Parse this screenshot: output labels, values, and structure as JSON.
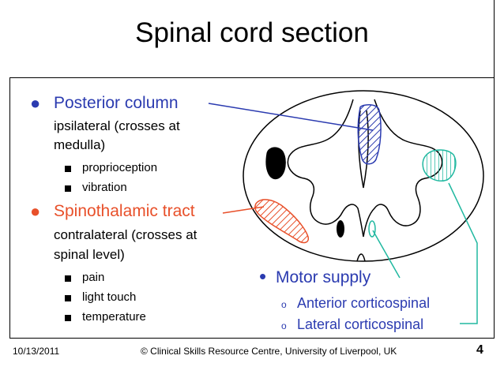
{
  "title": "Spinal cord section",
  "colors": {
    "blue": "#2b3bb0",
    "red": "#e8502a",
    "teal": "#20b8a0",
    "black": "#000000"
  },
  "posterior": {
    "heading": "Posterior column",
    "line1": "ipsilateral (crosses at",
    "line2": "medulla)",
    "items": [
      "proprioception",
      "vibration"
    ]
  },
  "spinothalamic": {
    "heading": "Spinothalamic tract",
    "line1": "contralateral (crosses at",
    "line2": "spinal level)",
    "items": [
      "pain",
      "light touch",
      "temperature"
    ]
  },
  "motor": {
    "heading": "Motor supply",
    "items": [
      "Anterior corticospinal",
      "Lateral corticospinal"
    ]
  },
  "footer": {
    "date": "10/13/2011",
    "credit": "© Clinical Skills Resource Centre, University of Liverpool, UK",
    "page": "4"
  }
}
